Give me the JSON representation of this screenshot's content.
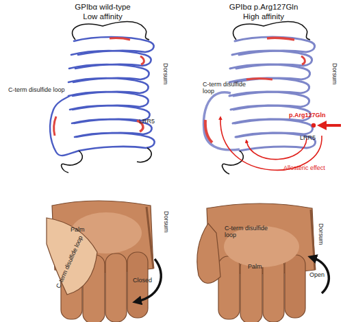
{
  "diagram": {
    "labels": [
      "GPIbα wild-type",
      "Low affinity",
      "GPIbα p.Arg127Gln",
      "High affinity",
      "C-term disulfide loop",
      "Dorsum",
      "LRR5",
      "C-term disulfide loop",
      "Dorsum",
      "p.Arg127Gln",
      "LRR5",
      "Allosteric effect",
      "Dorsum",
      "Palm",
      "C-term disulfide loop",
      "Closed",
      "C-term disulfide loop",
      "Dorsum",
      "Palm",
      "Open"
    ]
  }
}
